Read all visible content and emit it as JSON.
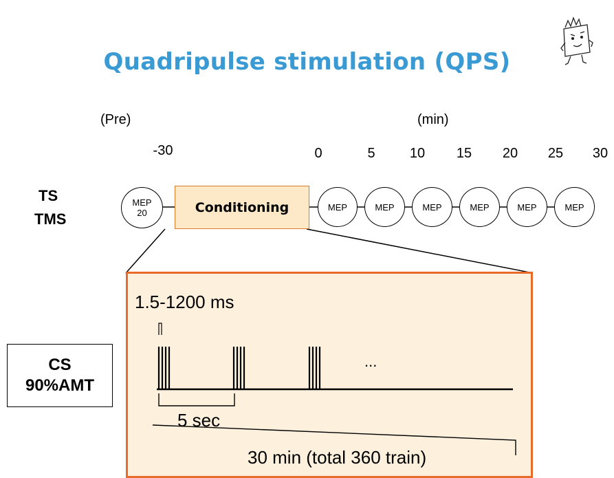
{
  "title": "Quadripulse stimulation (QPS)",
  "timeline": {
    "pre_label": "(Pre)",
    "unit_label": "(min)",
    "pre_tick": "-30",
    "ticks": [
      "0",
      "5",
      "10",
      "15",
      "20",
      "25",
      "30"
    ]
  },
  "ts_label": "TS",
  "tms_label": "TMS",
  "baseline_node": {
    "line1": "MEP",
    "line2": "20"
  },
  "conditioning_label": "Conditioning",
  "post_nodes": [
    "MEP",
    "MEP",
    "MEP",
    "MEP",
    "MEP",
    "MEP"
  ],
  "detail": {
    "interval_label": "1.5-1200 ms",
    "ellipsis": "...",
    "period_label": "5 sec",
    "duration_label": "30 min (total 360 train)"
  },
  "cs_box": {
    "line1": "CS",
    "line2": "90%AMT"
  },
  "colors": {
    "title": "#3a9ad4",
    "conditioning_fill": "#fde8c8",
    "panel_border": "#e86b2a",
    "panel_fill": "#fdf0dc"
  },
  "icon": "cartoon-figure-icon"
}
